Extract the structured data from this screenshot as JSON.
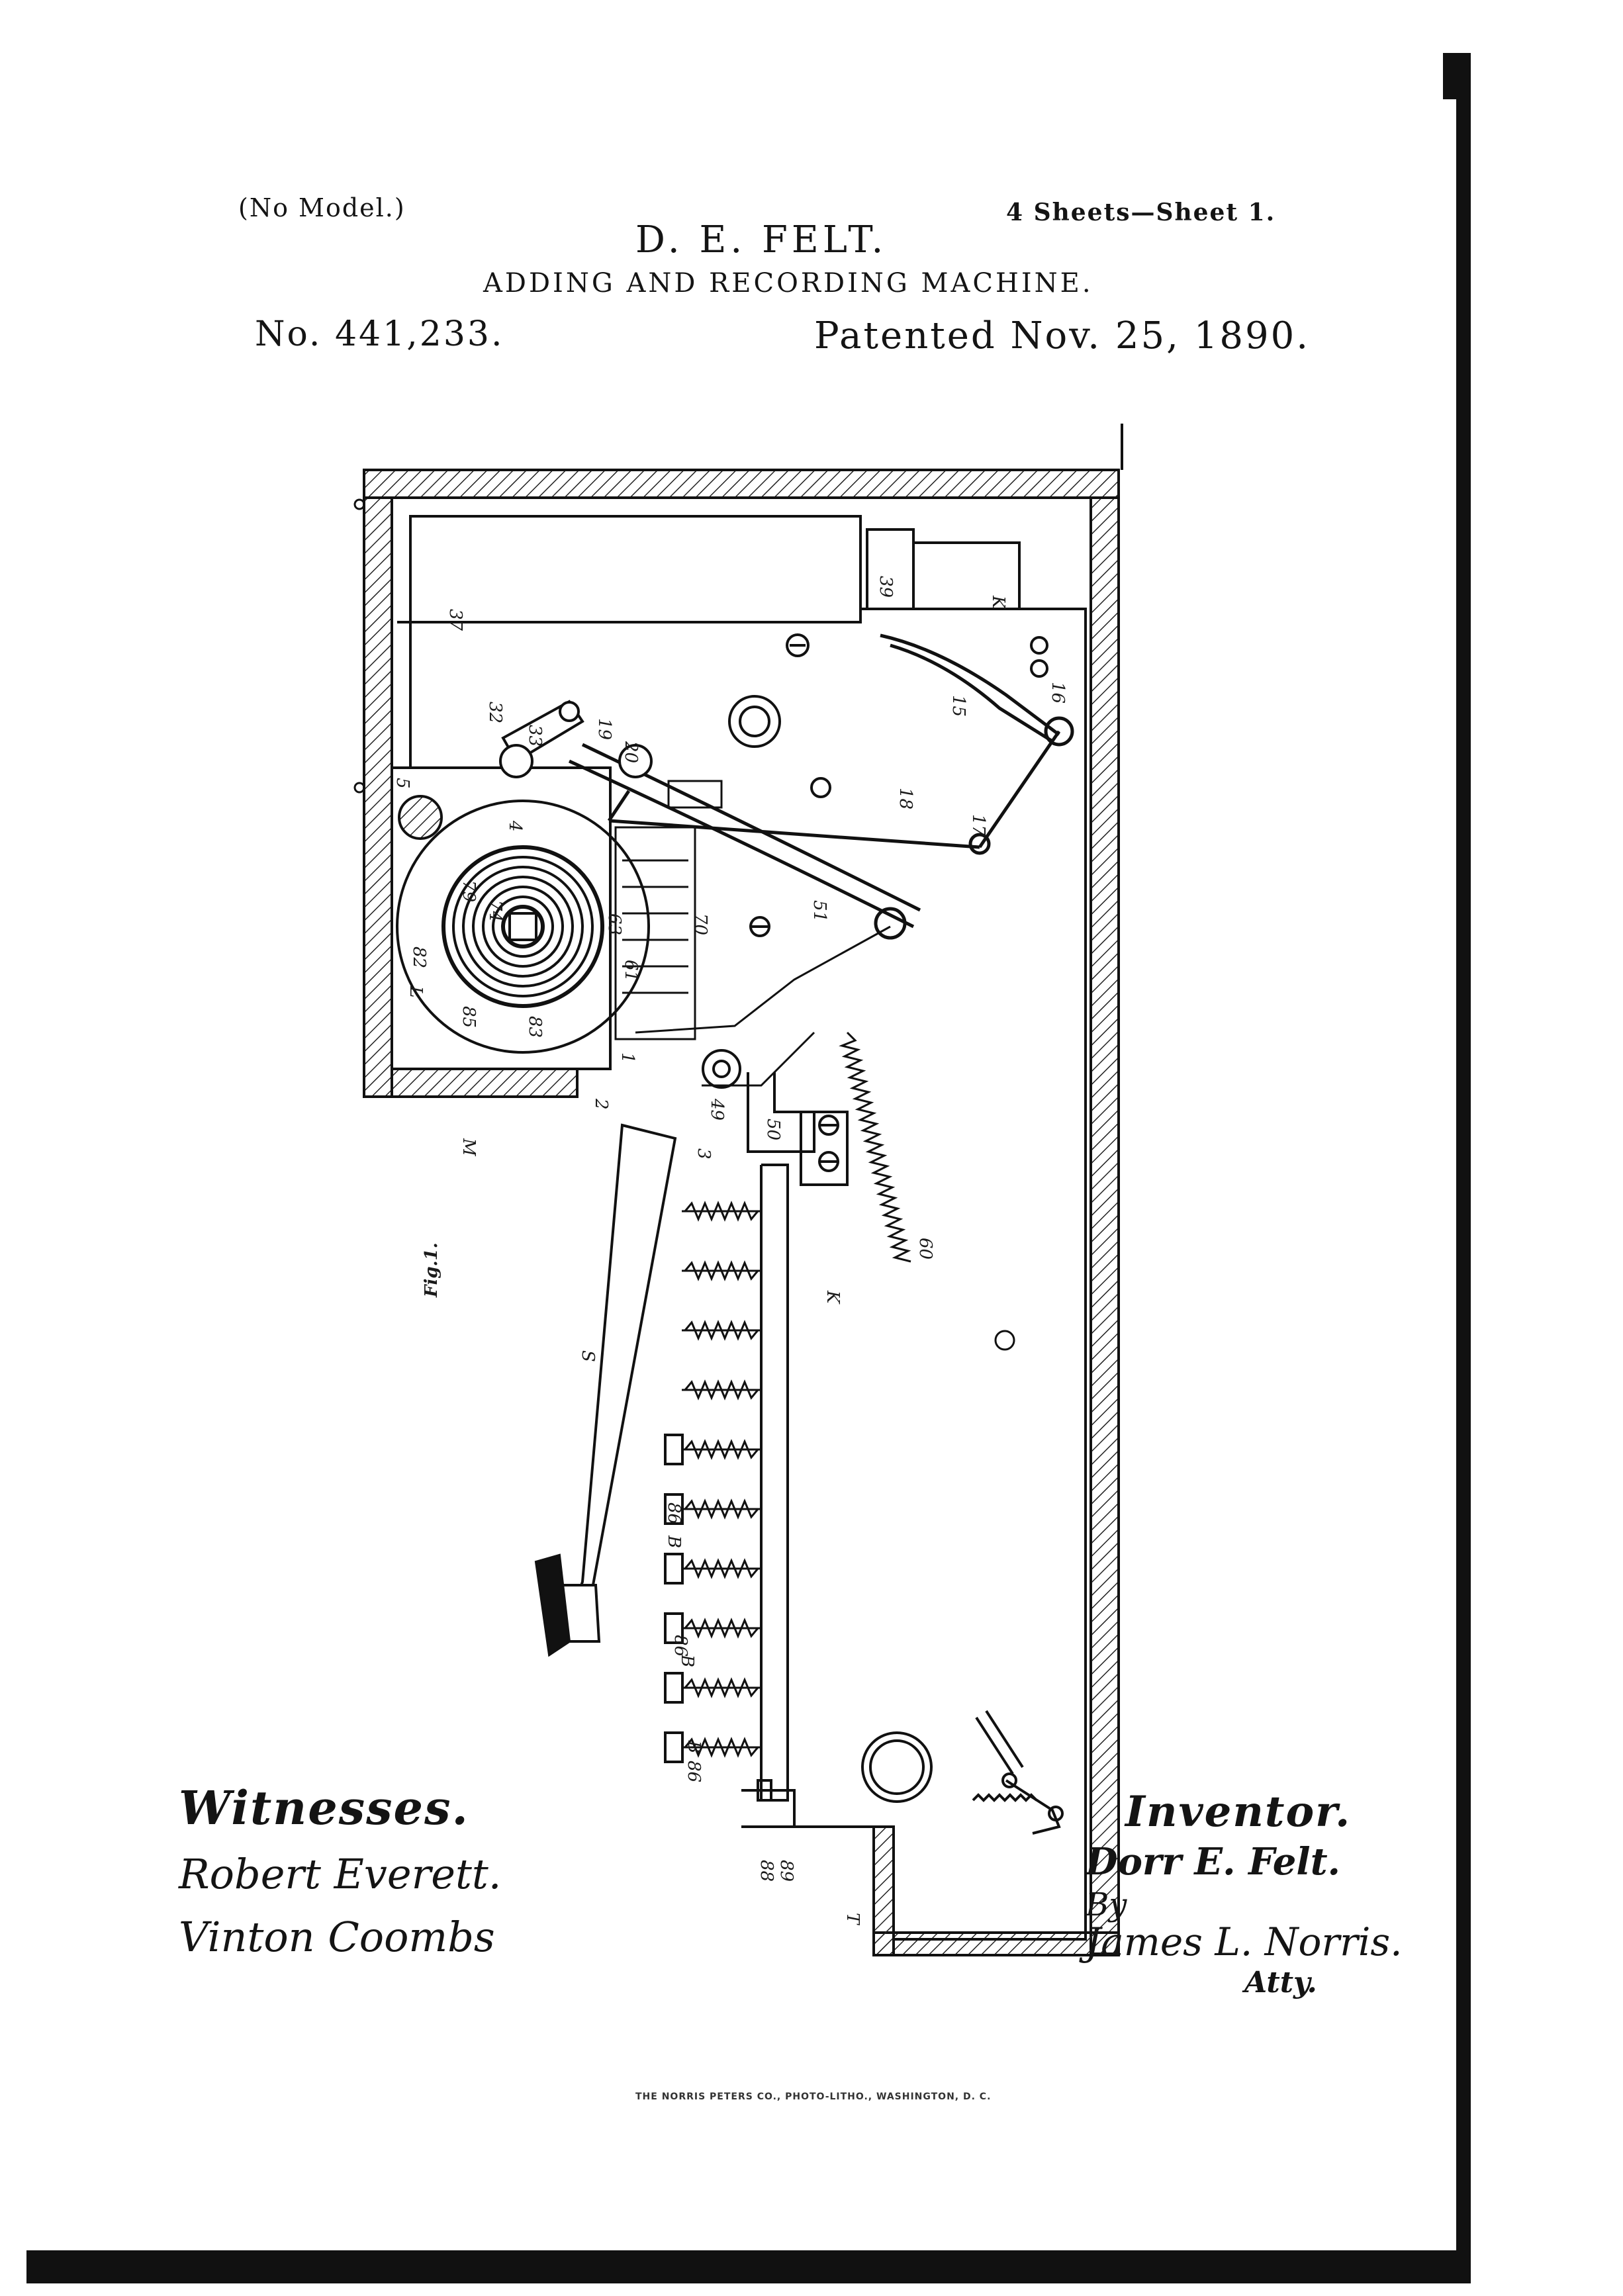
{
  "header": {
    "model_note": "(No Model.)",
    "sheets": "4 Sheets—Sheet 1.",
    "inventor_name": "D. E. FELT.",
    "title": "ADDING AND RECORDING MACHINE.",
    "patent_number": "No. 441,233.",
    "patent_date": "Patented Nov. 25, 1890."
  },
  "figure": {
    "label": "Fig.1.",
    "reference_labels": [
      "37",
      "32",
      "33",
      "19",
      "20",
      "18",
      "15",
      "16",
      "17",
      "51",
      "39",
      "K",
      "5",
      "4",
      "79",
      "74",
      "82",
      "L",
      "85",
      "83",
      "63",
      "61",
      "70",
      "1",
      "2",
      "49",
      "3",
      "50",
      "60",
      "M",
      "K",
      "S",
      "B",
      "86",
      "B",
      "86",
      "B",
      "86",
      "88",
      "89",
      "T"
    ]
  },
  "signatures": {
    "witnesses_label": "Witnesses.",
    "witness_1": "Robert Everett.",
    "witness_2": "Vinton Coombs",
    "inventor_label": "Inventor.",
    "inventor_signature": "Dorr E. Felt.",
    "by_label": "By",
    "attorney_signature": "James L. Norris.",
    "attorney_label": "Atty."
  },
  "footer": {
    "printer_credit": "THE NORRIS PETERS CO., PHOTO-LITHO., WASHINGTON, D. C."
  }
}
